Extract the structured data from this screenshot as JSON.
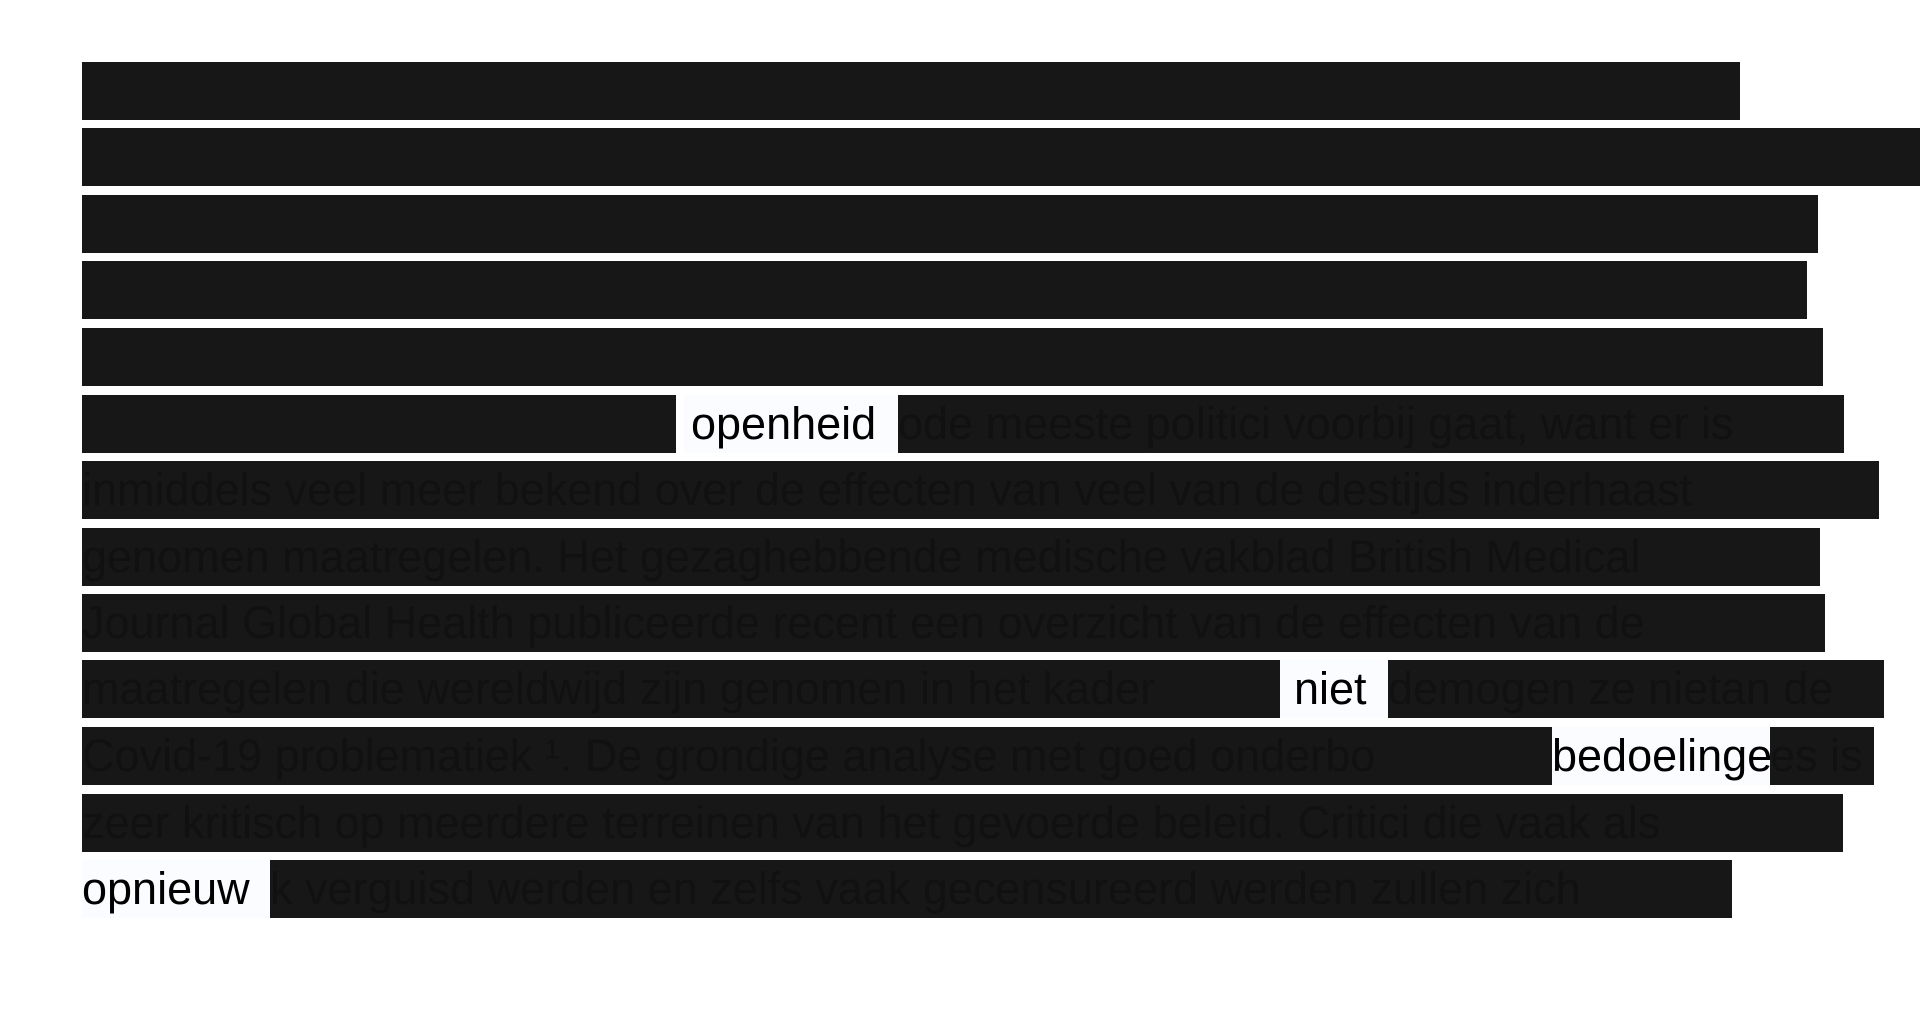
{
  "colors": {
    "redaction": "#171717",
    "background": "#ffffff",
    "visible_word_bg": "#fbfcff",
    "text": "#000000"
  },
  "line_6": {
    "visible_word": "openheid",
    "hidden_text": "ode meeste politici voorbij gaat, want er is"
  },
  "line_7": {
    "hidden_text": "inmiddels veel meer bekend over de effecten van veel van de destijds inderhaast"
  },
  "line_8": {
    "hidden_text": "genomen maatregelen. Het gezaghebbende medische vakblad British Medical"
  },
  "line_9": {
    "hidden_text": "Journal Global Health publiceerde recent een overzicht van de effecten van de"
  },
  "line_10": {
    "hidden_text_a": "maatregelen die wereldwijd zijn genomen in het kader",
    "visible_word": "niet",
    "hidden_text_b": "demogen ze nietan de"
  },
  "line_11": {
    "hidden_text_a": "Covid-19 problematiek ¹. De grondige analyse met goed onderbo",
    "visible_word": "bedoelingen",
    "hidden_text_b": "es is"
  },
  "line_12": {
    "hidden_text": "zeer kritisch op meerdere terreinen van het gevoerde beleid. Critici die vaak als"
  },
  "line_13": {
    "visible_word": "opnieuw",
    "hidden_text": "k verguisd werden en zelfs vaak gecensureerd werden zullen zich"
  }
}
